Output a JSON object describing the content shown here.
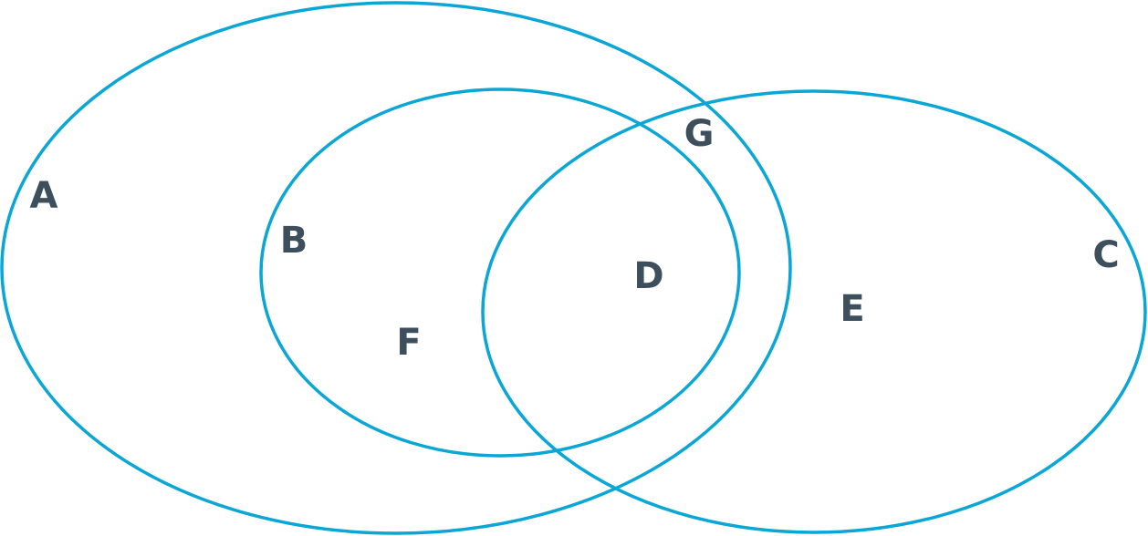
{
  "diagram": {
    "type": "venn",
    "colors": {
      "outline": "#0aa6d6",
      "label": "#3d4f5c"
    },
    "sets": [
      {
        "id": "A",
        "label": "A"
      },
      {
        "id": "B",
        "label": "B"
      },
      {
        "id": "C",
        "label": "C"
      }
    ],
    "regions": [
      {
        "id": "D",
        "label": "D"
      },
      {
        "id": "E",
        "label": "E"
      },
      {
        "id": "F",
        "label": "F"
      },
      {
        "id": "G",
        "label": "G"
      }
    ]
  }
}
